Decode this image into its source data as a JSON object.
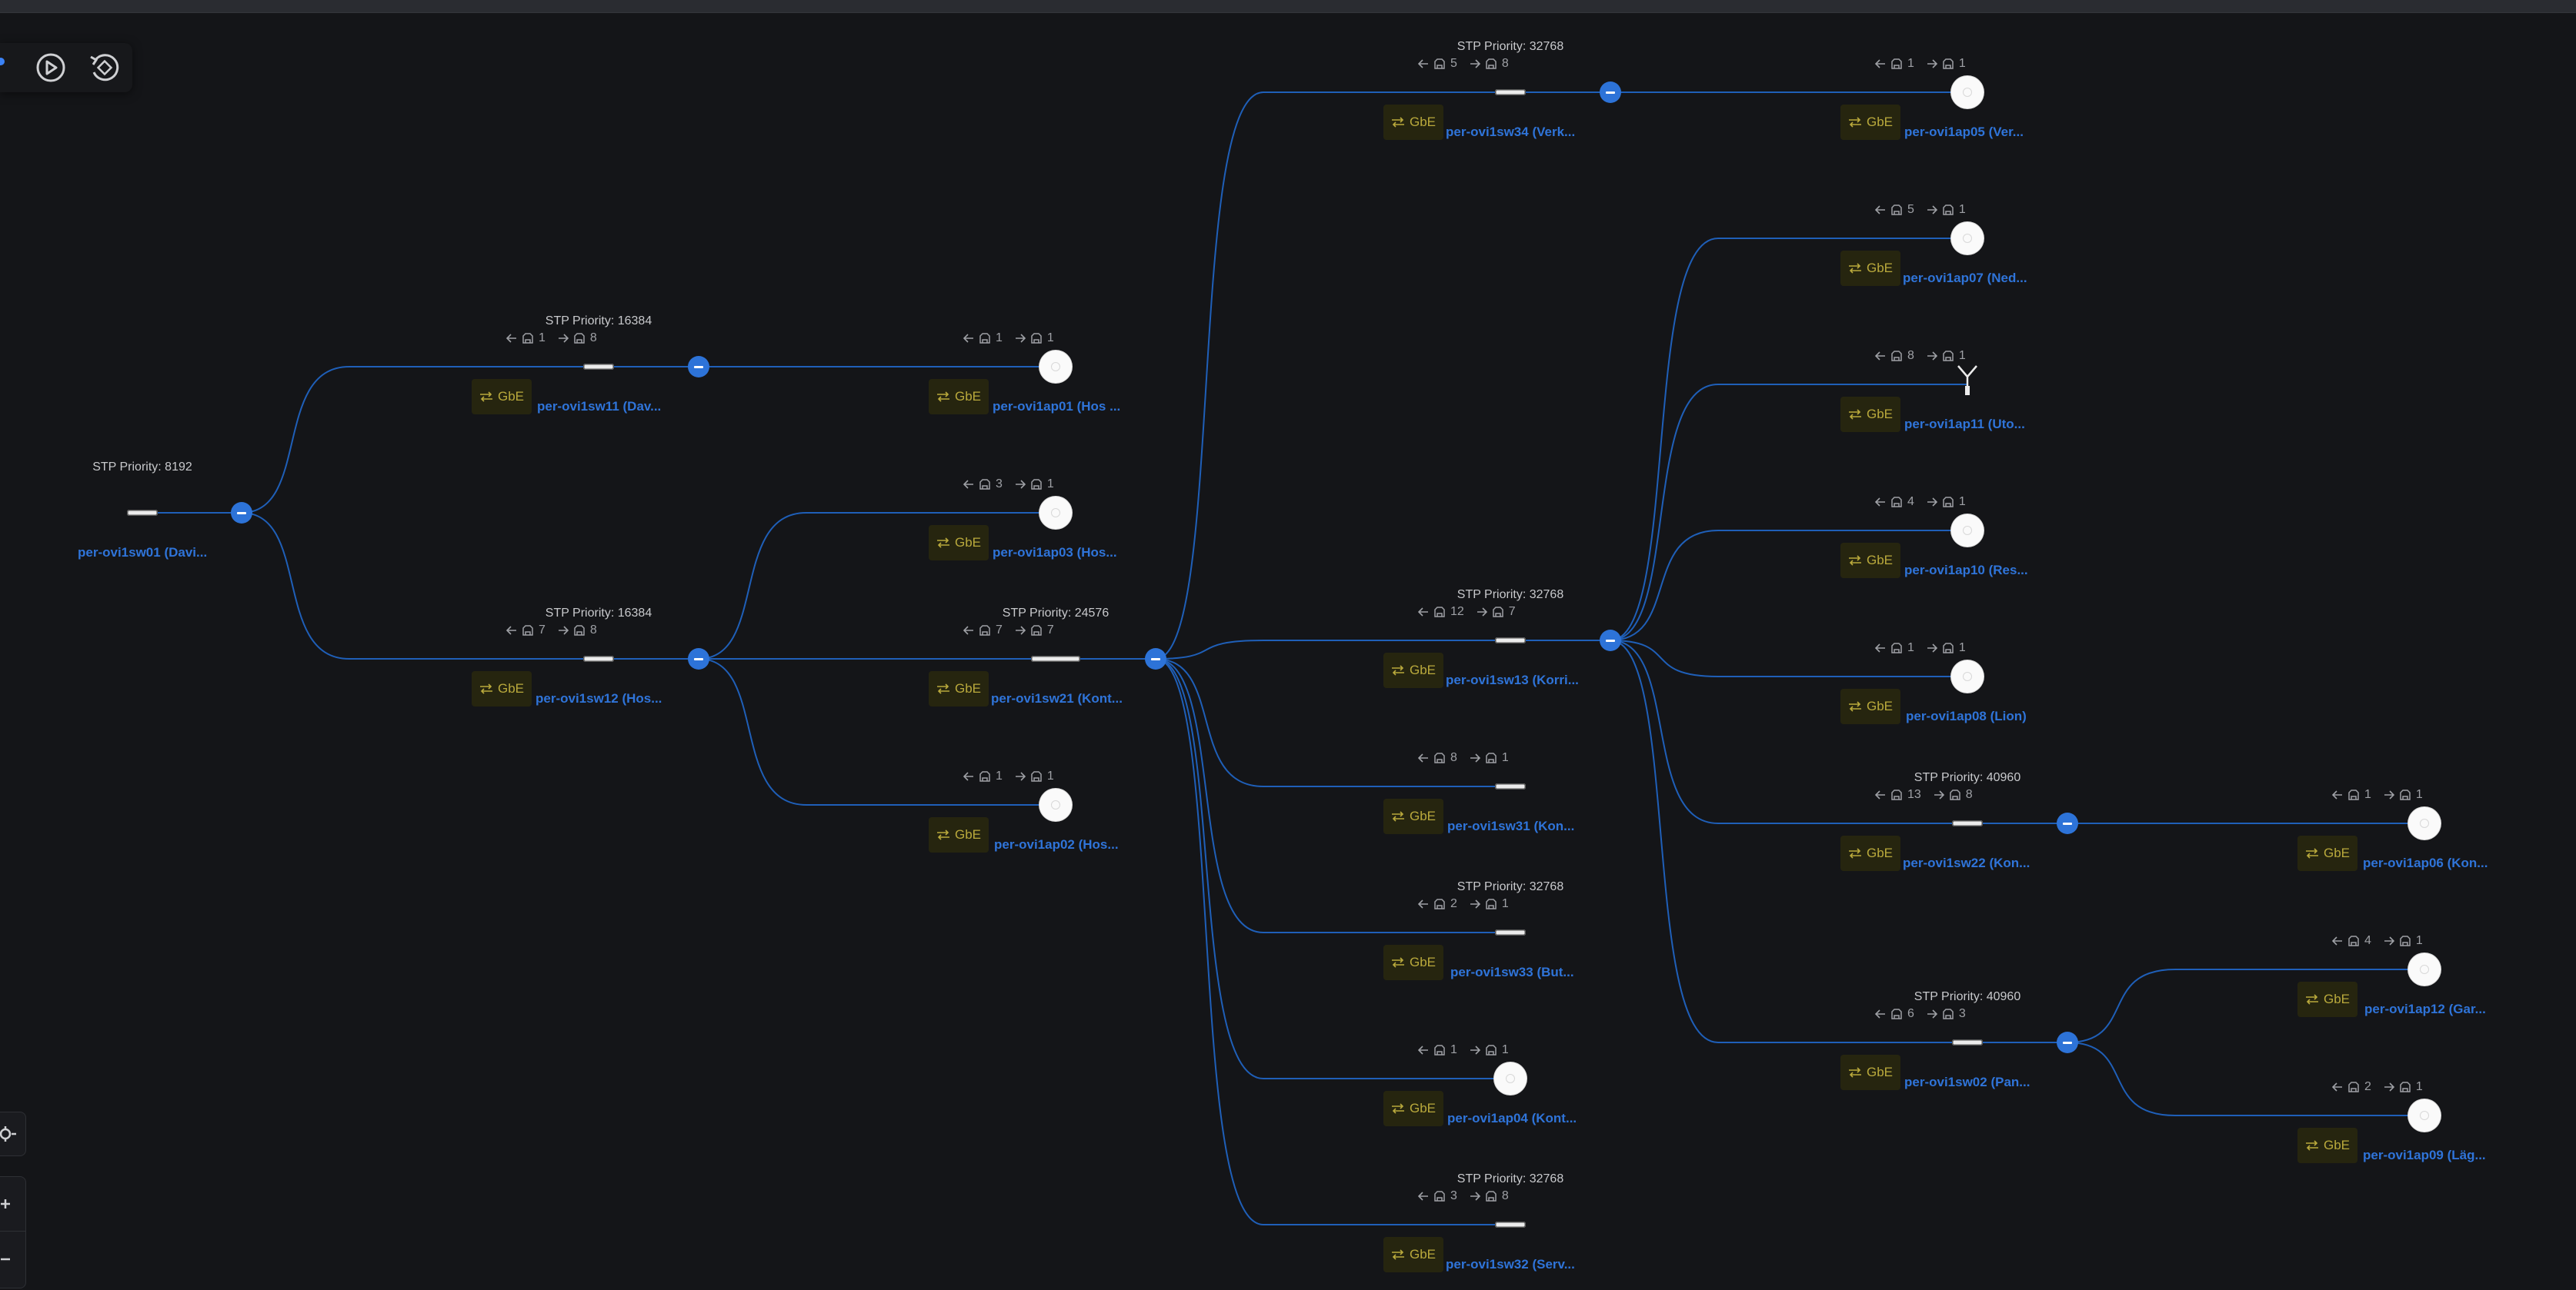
{
  "ui": {
    "accent": "#2d73d8",
    "line_color": "#1f5fb8",
    "gbe_color": "#b9a93c",
    "toolbar": [
      {
        "name": "filter-settings-icon"
      },
      {
        "name": "play-icon"
      },
      {
        "name": "reset-view-icon"
      }
    ],
    "zoom_controls": [
      "locate-icon",
      "zoom-in-icon",
      "zoom-out-icon"
    ]
  },
  "nodes": [
    {
      "id": "sw01",
      "kind": "switch",
      "core": false,
      "stp": "STP Priority: 8192",
      "name": "per-ovi1sw01 (Davi...",
      "ports_in": null,
      "ports_out": null,
      "gbe": null,
      "collapse": true
    },
    {
      "id": "sw11",
      "kind": "switch",
      "core": false,
      "stp": "STP Priority: 16384",
      "name": "per-ovi1sw11 (Dav...",
      "ports_in": "1",
      "ports_out": "8",
      "gbe": "GbE",
      "collapse": true
    },
    {
      "id": "sw12",
      "kind": "switch",
      "core": false,
      "stp": "STP Priority: 16384",
      "name": "per-ovi1sw12 (Hos...",
      "ports_in": "7",
      "ports_out": "8",
      "gbe": "GbE",
      "collapse": true
    },
    {
      "id": "ap01",
      "kind": "ap",
      "stp": null,
      "name": "per-ovi1ap01 (Hos ...",
      "ports_in": "1",
      "ports_out": "1",
      "gbe": "GbE",
      "collapse": false
    },
    {
      "id": "ap03",
      "kind": "ap",
      "stp": null,
      "name": "per-ovi1ap03 (Hos...",
      "ports_in": "3",
      "ports_out": "1",
      "gbe": "GbE",
      "collapse": false
    },
    {
      "id": "sw21",
      "kind": "switch",
      "core": true,
      "stp": "STP Priority: 24576",
      "name": "per-ovi1sw21 (Kont...",
      "ports_in": "7",
      "ports_out": "7",
      "gbe": "GbE",
      "collapse": true
    },
    {
      "id": "ap02",
      "kind": "ap",
      "stp": null,
      "name": "per-ovi1ap02 (Hos...",
      "ports_in": "1",
      "ports_out": "1",
      "gbe": "GbE",
      "collapse": false
    },
    {
      "id": "sw34",
      "kind": "switch",
      "core": false,
      "stp": "STP Priority: 32768",
      "name": "per-ovi1sw34 (Verk...",
      "ports_in": "5",
      "ports_out": "8",
      "gbe": "GbE",
      "collapse": true
    },
    {
      "id": "sw13",
      "kind": "switch",
      "core": false,
      "stp": "STP Priority: 32768",
      "name": "per-ovi1sw13 (Korri...",
      "ports_in": "12",
      "ports_out": "7",
      "gbe": "GbE",
      "collapse": true
    },
    {
      "id": "sw31",
      "kind": "switch",
      "core": false,
      "stp": null,
      "name": "per-ovi1sw31 (Kon...",
      "ports_in": "8",
      "ports_out": "1",
      "gbe": "GbE",
      "collapse": false
    },
    {
      "id": "sw33",
      "kind": "switch",
      "core": false,
      "stp": "STP Priority: 32768",
      "name": "per-ovi1sw33 (But...",
      "ports_in": "2",
      "ports_out": "1",
      "gbe": "GbE",
      "collapse": false
    },
    {
      "id": "ap04",
      "kind": "ap",
      "stp": null,
      "name": "per-ovi1ap04 (Kont...",
      "ports_in": "1",
      "ports_out": "1",
      "gbe": "GbE",
      "collapse": false
    },
    {
      "id": "sw32",
      "kind": "switch",
      "core": false,
      "stp": "STP Priority: 32768",
      "name": "per-ovi1sw32 (Serv...",
      "ports_in": "3",
      "ports_out": "8",
      "gbe": "GbE",
      "collapse": false
    },
    {
      "id": "ap05",
      "kind": "ap",
      "stp": null,
      "name": "per-ovi1ap05 (Ver...",
      "ports_in": "1",
      "ports_out": "1",
      "gbe": "GbE",
      "collapse": false
    },
    {
      "id": "ap07",
      "kind": "ap",
      "stp": null,
      "name": "per-ovi1ap07 (Ned...",
      "ports_in": "5",
      "ports_out": "1",
      "gbe": "GbE",
      "collapse": false
    },
    {
      "id": "ap11",
      "kind": "antenna",
      "stp": null,
      "name": "per-ovi1ap11 (Uto...",
      "ports_in": "8",
      "ports_out": "1",
      "gbe": "GbE",
      "collapse": false
    },
    {
      "id": "ap10",
      "kind": "ap",
      "stp": null,
      "name": "per-ovi1ap10 (Res...",
      "ports_in": "4",
      "ports_out": "1",
      "gbe": "GbE",
      "collapse": false
    },
    {
      "id": "ap08",
      "kind": "ap",
      "stp": null,
      "name": "per-ovi1ap08 (Lion)",
      "ports_in": "1",
      "ports_out": "1",
      "gbe": "GbE",
      "collapse": false
    },
    {
      "id": "sw22",
      "kind": "switch",
      "core": false,
      "stp": "STP Priority: 40960",
      "name": "per-ovi1sw22 (Kon...",
      "ports_in": "13",
      "ports_out": "8",
      "gbe": "GbE",
      "collapse": true
    },
    {
      "id": "sw02",
      "kind": "switch",
      "core": false,
      "stp": "STP Priority: 40960",
      "name": "per-ovi1sw02 (Pan...",
      "ports_in": "6",
      "ports_out": "3",
      "gbe": "GbE",
      "collapse": true
    },
    {
      "id": "ap06",
      "kind": "ap",
      "stp": null,
      "name": "per-ovi1ap06 (Kon...",
      "ports_in": "1",
      "ports_out": "1",
      "gbe": "GbE",
      "collapse": false
    },
    {
      "id": "ap12",
      "kind": "ap",
      "stp": null,
      "name": "per-ovi1ap12 (Gar...",
      "ports_in": "4",
      "ports_out": "1",
      "gbe": "GbE",
      "collapse": false
    },
    {
      "id": "ap09",
      "kind": "ap",
      "stp": null,
      "name": "per-ovi1ap09 (Läg...",
      "ports_in": "2",
      "ports_out": "1",
      "gbe": "GbE",
      "collapse": false
    }
  ],
  "links": [
    [
      "sw01",
      "sw11"
    ],
    [
      "sw01",
      "sw12"
    ],
    [
      "sw11",
      "ap01"
    ],
    [
      "sw12",
      "ap03"
    ],
    [
      "sw12",
      "sw21"
    ],
    [
      "sw12",
      "ap02"
    ],
    [
      "sw21",
      "sw34"
    ],
    [
      "sw21",
      "sw13"
    ],
    [
      "sw21",
      "sw31"
    ],
    [
      "sw21",
      "sw33"
    ],
    [
      "sw21",
      "ap04"
    ],
    [
      "sw21",
      "sw32"
    ],
    [
      "sw34",
      "ap05"
    ],
    [
      "sw13",
      "ap07"
    ],
    [
      "sw13",
      "ap11"
    ],
    [
      "sw13",
      "ap10"
    ],
    [
      "sw13",
      "ap08"
    ],
    [
      "sw13",
      "sw22"
    ],
    [
      "sw13",
      "sw02"
    ],
    [
      "sw22",
      "ap06"
    ],
    [
      "sw02",
      "ap12"
    ],
    [
      "sw02",
      "ap09"
    ]
  ]
}
